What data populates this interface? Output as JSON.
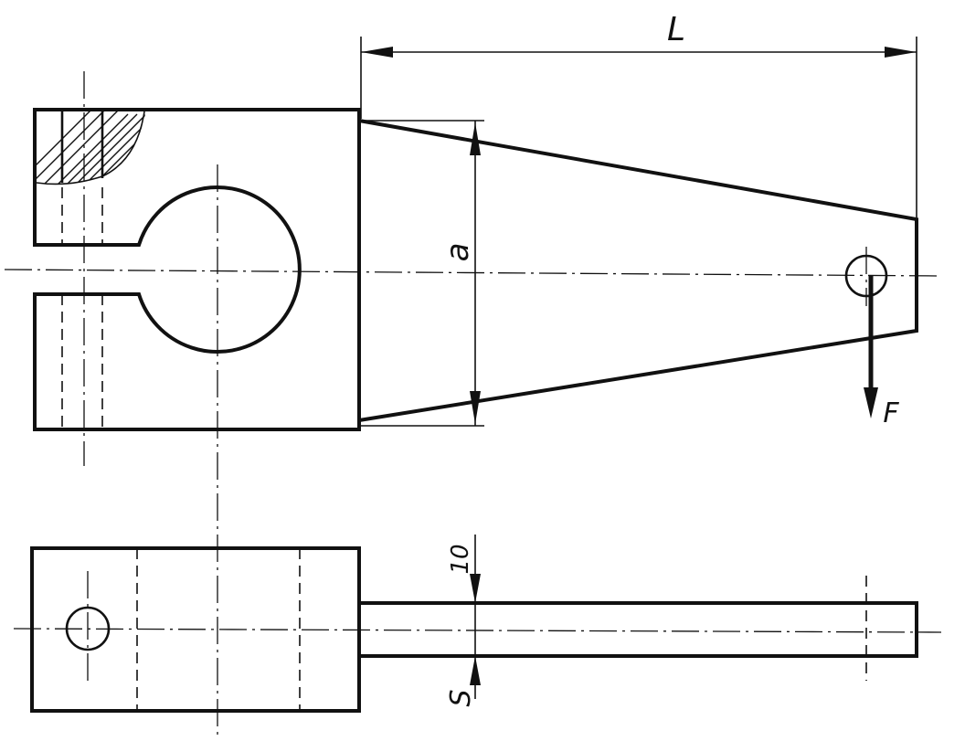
{
  "labels": {
    "length": "L",
    "width": "a",
    "force": "F",
    "thickness_value": "10",
    "thickness_symbol": "S"
  }
}
